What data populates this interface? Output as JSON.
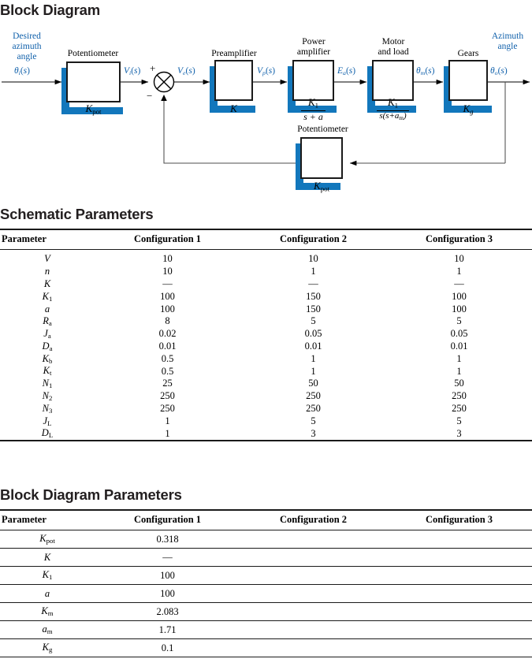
{
  "headings": {
    "block_diagram": "Block Diagram",
    "schematic_parameters": "Schematic Parameters",
    "block_diagram_parameters": "Block Diagram Parameters"
  },
  "diagram": {
    "input_label": "Desired\nazimuth\nangle",
    "input_signal": "θi(s)",
    "output_label": "Azimuth\nangle",
    "output_signal": "θo(s)",
    "blocks": [
      {
        "id": "input-potentiometer",
        "title": "Potentiometer",
        "content": "Kpot"
      },
      {
        "id": "preamplifier",
        "title": "Preamplifier",
        "content": "K"
      },
      {
        "id": "power-amplifier",
        "title": "Power\namplifier",
        "content": "K1 / (s + a)"
      },
      {
        "id": "motor-and-load",
        "title": "Motor\nand load",
        "content": "K1 / s(s+am)"
      },
      {
        "id": "gears",
        "title": "Gears",
        "content": "Kg"
      },
      {
        "id": "feedback-potentiometer",
        "title": "Potentiometer",
        "content": "Kpot"
      }
    ],
    "signals": [
      {
        "id": "vi",
        "label": "Vi(s)"
      },
      {
        "id": "ve",
        "label": "Ve(s)"
      },
      {
        "id": "vp",
        "label": "Vp(s)"
      },
      {
        "id": "ea",
        "label": "Ea(s)"
      },
      {
        "id": "thetam",
        "label": "θm(s)"
      }
    ],
    "summing_junction": {
      "plus": "+",
      "minus": "−"
    },
    "accent_color": "#1277bc",
    "signal_color": "#1161ab"
  },
  "schematic_table": {
    "headers": [
      "Parameter",
      "Configuration 1",
      "Configuration 2",
      "Configuration 3"
    ],
    "rows": [
      {
        "param": "V",
        "sub": "",
        "c1": "10",
        "c2": "10",
        "c3": "10"
      },
      {
        "param": "n",
        "sub": "",
        "c1": "10",
        "c2": "1",
        "c3": "1"
      },
      {
        "param": "K",
        "sub": "",
        "c1": "—",
        "c2": "—",
        "c3": "—"
      },
      {
        "param": "K",
        "sub": "1",
        "c1": "100",
        "c2": "150",
        "c3": "100"
      },
      {
        "param": "a",
        "sub": "",
        "c1": "100",
        "c2": "150",
        "c3": "100"
      },
      {
        "param": "R",
        "sub": "a",
        "c1": "8",
        "c2": "5",
        "c3": "5"
      },
      {
        "param": "J",
        "sub": "a",
        "c1": "0.02",
        "c2": "0.05",
        "c3": "0.05"
      },
      {
        "param": "D",
        "sub": "a",
        "c1": "0.01",
        "c2": "0.01",
        "c3": "0.01"
      },
      {
        "param": "K",
        "sub": "b",
        "c1": "0.5",
        "c2": "1",
        "c3": "1"
      },
      {
        "param": "K",
        "sub": "t",
        "c1": "0.5",
        "c2": "1",
        "c3": "1"
      },
      {
        "param": "N",
        "sub": "1",
        "c1": "25",
        "c2": "50",
        "c3": "50"
      },
      {
        "param": "N",
        "sub": "2",
        "c1": "250",
        "c2": "250",
        "c3": "250"
      },
      {
        "param": "N",
        "sub": "3",
        "c1": "250",
        "c2": "250",
        "c3": "250"
      },
      {
        "param": "J",
        "sub": "L",
        "c1": "1",
        "c2": "5",
        "c3": "5"
      },
      {
        "param": "D",
        "sub": "L",
        "c1": "1",
        "c2": "3",
        "c3": "3"
      }
    ]
  },
  "bd_table": {
    "headers": [
      "Parameter",
      "Configuration 1",
      "Configuration 2",
      "Configuration 3"
    ],
    "rows": [
      {
        "param": "K",
        "sub": "pot",
        "c1": "0.318",
        "c2": "",
        "c3": ""
      },
      {
        "param": "K",
        "sub": "",
        "c1": "—",
        "c2": "",
        "c3": ""
      },
      {
        "param": "K",
        "sub": "1",
        "c1": "100",
        "c2": "",
        "c3": ""
      },
      {
        "param": "a",
        "sub": "",
        "c1": "100",
        "c2": "",
        "c3": ""
      },
      {
        "param": "K",
        "sub": "m",
        "c1": "2.083",
        "c2": "",
        "c3": ""
      },
      {
        "param": "a",
        "sub": "m",
        "c1": "1.71",
        "c2": "",
        "c3": ""
      },
      {
        "param": "K",
        "sub": "g",
        "c1": "0.1",
        "c2": "",
        "c3": ""
      }
    ]
  }
}
